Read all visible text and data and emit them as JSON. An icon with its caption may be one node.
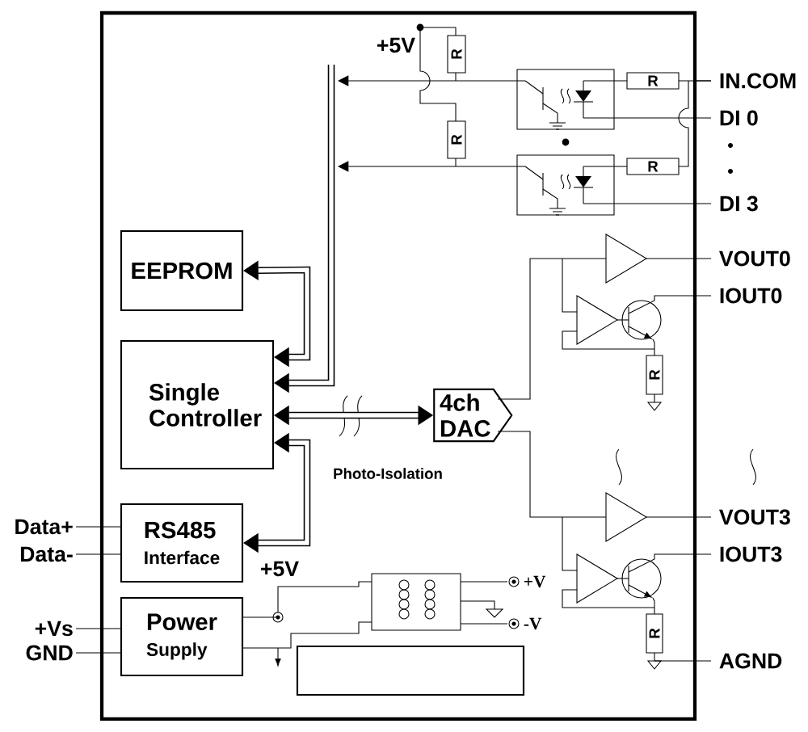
{
  "diagram": {
    "nodes": [
      {
        "text": [],
        "shape": "box"
      },
      {
        "text": [
          "EEPROM"
        ],
        "in": 0
      },
      {
        "text": [
          "Single Controller"
        ],
        "in": 0
      },
      {
        "text": [
          "RS485",
          "Interface"
        ],
        "in": 0
      },
      {
        "text": [
          "Power",
          "Supply"
        ],
        "in": 0
      },
      {
        "text": [
          "4ch DAC"
        ],
        "in": 0
      },
      {
        "text": [],
        "shape": "box",
        "in": 0
      },
      {
        "text": [
          "Data+"
        ]
      },
      {
        "text": [
          "Data-"
        ]
      },
      {
        "text": [
          "+Vs"
        ]
      },
      {
        "text": [
          "GND"
        ]
      }
    ],
    "edges": [
      {
        "from": 1,
        "to": 2,
        "arrow": "both",
        "style": "thick"
      },
      {
        "from": null,
        "to": 2,
        "arrow": "to",
        "style": "thick"
      },
      {
        "from": 2,
        "to": 5,
        "arrow": "both",
        "label": "Photo-Isolation",
        "style": "thick"
      },
      {
        "from": 3,
        "to": 2,
        "arrow": "both",
        "style": "thick"
      },
      {
        "from": 7,
        "to": 3,
        "arrow": "none"
      },
      {
        "from": 8,
        "to": 3,
        "arrow": "none"
      },
      {
        "from": 9,
        "to": 4,
        "arrow": "none"
      },
      {
        "from": 10,
        "to": 4,
        "arrow": "none"
      }
    ],
    "labels": [
      "+5V",
      "R",
      "R",
      "IN.COM",
      "R",
      "DI 0",
      "R",
      "DI 3",
      "VOUT0",
      "IOUT0",
      "R",
      "VOUT3",
      "IOUT3",
      "+5V",
      "+V",
      "-V",
      "R",
      "AGND"
    ]
  }
}
